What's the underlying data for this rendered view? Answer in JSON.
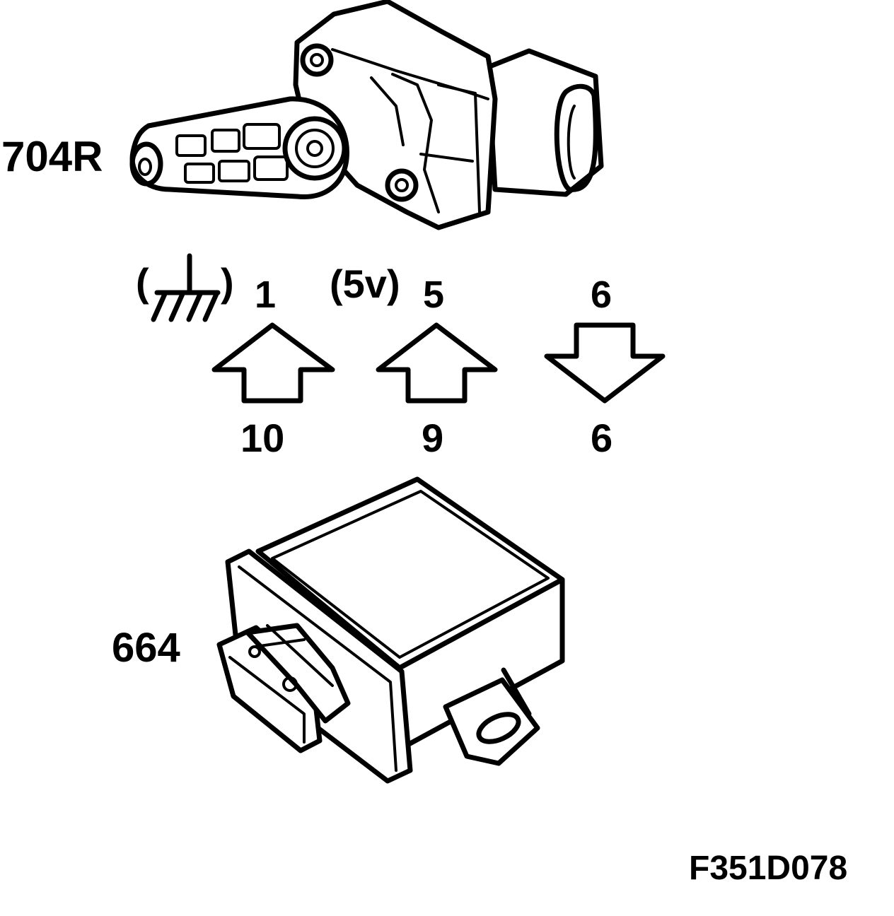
{
  "sensor": {
    "label": "704R"
  },
  "module": {
    "label": "664"
  },
  "figure_code": "F351D078",
  "connections": [
    {
      "id": "ground",
      "sensor_pin_prefix": "(",
      "sensor_pin_suffix": ")",
      "sensor_pin": "1",
      "module_pin": "10",
      "direction": "up"
    },
    {
      "id": "supply",
      "sensor_pin_prefix": "(5v)",
      "sensor_pin": "5",
      "module_pin": "9",
      "direction": "up"
    },
    {
      "id": "signal",
      "sensor_pin": "6",
      "module_pin": "6",
      "direction": "down"
    }
  ],
  "colors": {
    "ink": "#000000",
    "paper": "#ffffff"
  }
}
